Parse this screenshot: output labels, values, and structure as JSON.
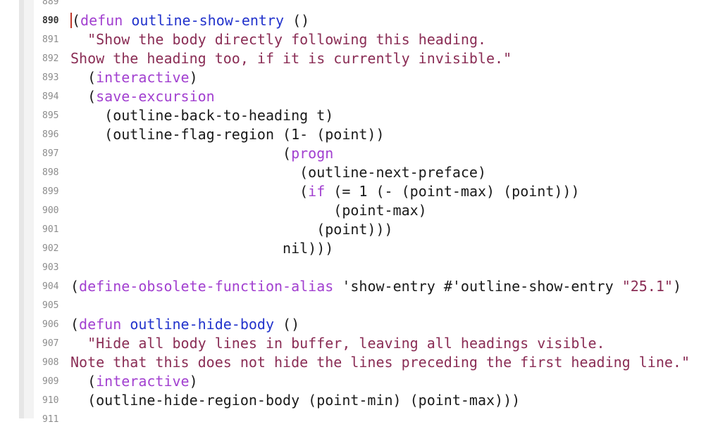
{
  "editor": {
    "current_line": "890",
    "lines": [
      {
        "no": "889",
        "segs": []
      },
      {
        "no": "890",
        "segs": [
          {
            "t": "(",
            "c": "plain"
          },
          {
            "t": "defun",
            "c": "kw"
          },
          {
            "t": " ",
            "c": "plain"
          },
          {
            "t": "outline-show-entry",
            "c": "fn"
          },
          {
            "t": " ()",
            "c": "plain"
          }
        ]
      },
      {
        "no": "891",
        "segs": [
          {
            "t": "  ",
            "c": "plain"
          },
          {
            "t": "\"Show the body directly following this heading.",
            "c": "str"
          }
        ]
      },
      {
        "no": "892",
        "segs": [
          {
            "t": "Show the heading too, if it is currently invisible.\"",
            "c": "str"
          }
        ]
      },
      {
        "no": "893",
        "segs": [
          {
            "t": "  (",
            "c": "plain"
          },
          {
            "t": "interactive",
            "c": "kw"
          },
          {
            "t": ")",
            "c": "plain"
          }
        ]
      },
      {
        "no": "894",
        "segs": [
          {
            "t": "  (",
            "c": "plain"
          },
          {
            "t": "save-excursion",
            "c": "kw"
          }
        ]
      },
      {
        "no": "895",
        "segs": [
          {
            "t": "    (outline-back-to-heading t)",
            "c": "plain"
          }
        ]
      },
      {
        "no": "896",
        "segs": [
          {
            "t": "    (outline-flag-region (1- (point))",
            "c": "plain"
          }
        ]
      },
      {
        "no": "897",
        "segs": [
          {
            "t": "                         (",
            "c": "plain"
          },
          {
            "t": "progn",
            "c": "kw"
          }
        ]
      },
      {
        "no": "898",
        "segs": [
          {
            "t": "                           (outline-next-preface)",
            "c": "plain"
          }
        ]
      },
      {
        "no": "899",
        "segs": [
          {
            "t": "                           (",
            "c": "plain"
          },
          {
            "t": "if",
            "c": "kw"
          },
          {
            "t": " (= 1 (- (point-max) (point)))",
            "c": "plain"
          }
        ]
      },
      {
        "no": "900",
        "segs": [
          {
            "t": "                               (point-max)",
            "c": "plain"
          }
        ]
      },
      {
        "no": "901",
        "segs": [
          {
            "t": "                             (point)))",
            "c": "plain"
          }
        ]
      },
      {
        "no": "902",
        "segs": [
          {
            "t": "                         nil)))",
            "c": "plain"
          }
        ]
      },
      {
        "no": "903",
        "segs": []
      },
      {
        "no": "904",
        "segs": [
          {
            "t": "(",
            "c": "plain"
          },
          {
            "t": "define-obsolete-function-alias",
            "c": "kw"
          },
          {
            "t": " 'show-entry #'outline-show-entry ",
            "c": "plain"
          },
          {
            "t": "\"25.1\"",
            "c": "str"
          },
          {
            "t": ")",
            "c": "plain"
          }
        ]
      },
      {
        "no": "905",
        "segs": []
      },
      {
        "no": "906",
        "segs": [
          {
            "t": "(",
            "c": "plain"
          },
          {
            "t": "defun",
            "c": "kw"
          },
          {
            "t": " ",
            "c": "plain"
          },
          {
            "t": "outline-hide-body",
            "c": "fn"
          },
          {
            "t": " ()",
            "c": "plain"
          }
        ]
      },
      {
        "no": "907",
        "segs": [
          {
            "t": "  ",
            "c": "plain"
          },
          {
            "t": "\"Hide all body lines in buffer, leaving all headings visible.",
            "c": "str"
          }
        ]
      },
      {
        "no": "908",
        "segs": [
          {
            "t": "Note that this does not hide the lines preceding the first heading line.\"",
            "c": "str"
          }
        ]
      },
      {
        "no": "909",
        "segs": [
          {
            "t": "  (",
            "c": "plain"
          },
          {
            "t": "interactive",
            "c": "kw"
          },
          {
            "t": ")",
            "c": "plain"
          }
        ]
      },
      {
        "no": "910",
        "segs": [
          {
            "t": "  (outline-hide-region-body (point-min) (point-max)))",
            "c": "plain"
          }
        ]
      },
      {
        "no": "911",
        "segs": []
      }
    ]
  }
}
